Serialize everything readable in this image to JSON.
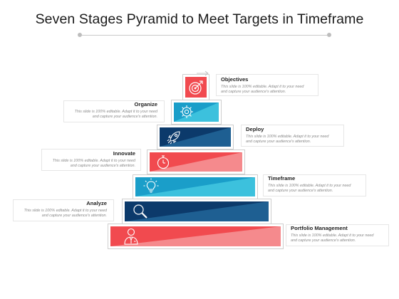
{
  "title": "Seven Stages Pyramid to Meet Targets in Timeframe",
  "colors": {
    "red": "#f14a4f",
    "red_light": "#f58a8d",
    "teal": "#1a9ec9",
    "teal_light": "#3cc1dd",
    "navy": "#0c3a6b",
    "navy_light": "#1e5f92"
  },
  "stages": [
    {
      "label": "Objectives",
      "desc_line1": "This slide is 100% editable. Adapt it to your need",
      "desc_line2": "and capture your audience's attention.",
      "icon": "target-icon",
      "color": "red"
    },
    {
      "label": "Organize",
      "desc_line1": "This slide is 100% editable. Adapt it to your need",
      "desc_line2": "and capture your audience's attention.",
      "icon": "gear-icon",
      "color": "teal"
    },
    {
      "label": "Deploy",
      "desc_line1": "This slide is 100% editable. Adapt it to your need",
      "desc_line2": "and capture your audience's attention.",
      "icon": "rocket-icon",
      "color": "navy"
    },
    {
      "label": "Innovate",
      "desc_line1": "This slide is 100% editable. Adapt it to your need",
      "desc_line2": "and capture your audience's attention.",
      "icon": "stopwatch-icon",
      "color": "red"
    },
    {
      "label": "Timeframe",
      "desc_line1": "This slide is 100% editable. Adapt it to your need",
      "desc_line2": "and capture your audience's attention.",
      "icon": "lightbulb-icon",
      "color": "teal"
    },
    {
      "label": "Analyze",
      "desc_line1": "This slide is 100% editable. Adapt it to your need",
      "desc_line2": "and capture your audience's attention.",
      "icon": "magnifier-icon",
      "color": "navy"
    },
    {
      "label": "Portfolio Management",
      "desc_line1": "This slide is 100% editable. Adapt it to your need",
      "desc_line2": "and capture your audience's attention.",
      "icon": "businessman-icon",
      "color": "red"
    }
  ]
}
